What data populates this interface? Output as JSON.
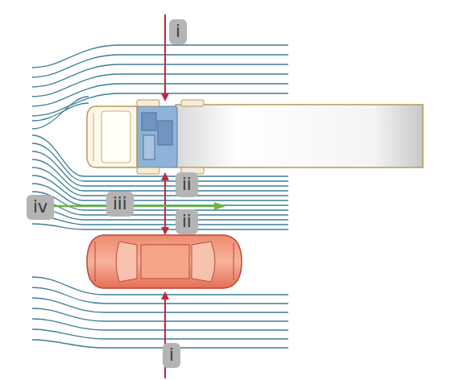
{
  "diagram": {
    "labels": [
      "i",
      "ii",
      "iv",
      "iii",
      "ii",
      "i"
    ]
  }
}
